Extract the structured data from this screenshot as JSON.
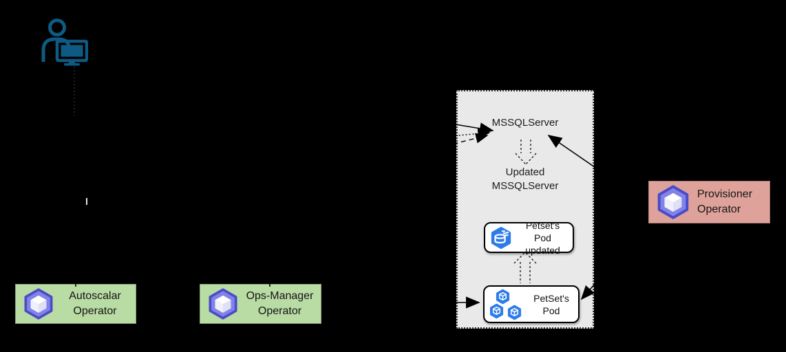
{
  "diagram": {
    "resources": {
      "mssqlserver": "MSSQLServer",
      "updated_mssqlserver": "Updated MSSQLServer"
    },
    "pods": {
      "updated": "Petset's Pod updated",
      "petset": "PetSet's Pod"
    },
    "operators": [
      {
        "label": "Autoscalar Operator"
      },
      {
        "label": "Ops-Manager Operator"
      },
      {
        "label": "Provisioner Operator"
      }
    ],
    "icons": {
      "user": "person-at-computer-icon",
      "operator": "operator-cube-icon",
      "pod": "pod-icon",
      "pod_updated": "pod-updated-icon"
    }
  },
  "colors": {
    "operator-green": "#b9dba4",
    "operator-pink": "#dfa29b",
    "panel-gray": "#e9e9e9",
    "icon-indigo": "#8183e8",
    "icon-indigo-dark": "#4a4bc6",
    "pod-blue": "#2e7ce9",
    "person-teal": "#0e5a82",
    "arrow-black": "#000000"
  }
}
